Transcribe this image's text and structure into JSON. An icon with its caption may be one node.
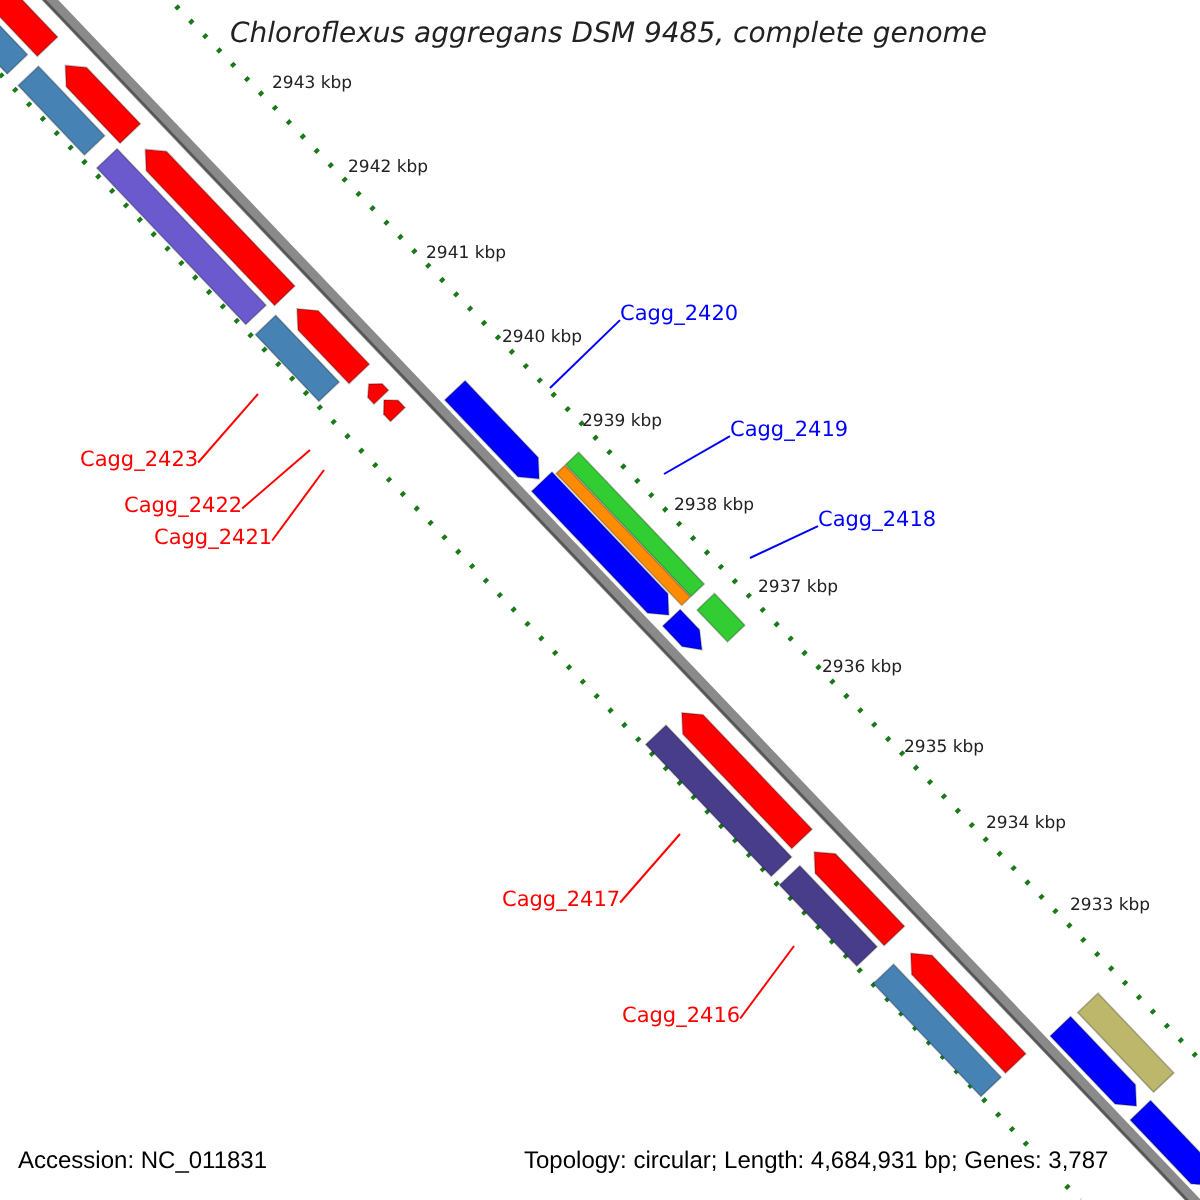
{
  "diagram": {
    "title": "Chloroflexus aggregans DSM 9485, complete genome",
    "nodes": [
      {
        "text": [
          "Cagg_2420"
        ]
      },
      {
        "text": [
          "Cagg_2423"
        ]
      },
      {
        "text": [
          "Cagg_2419"
        ]
      },
      {
        "text": [
          "Cagg_2422"
        ]
      },
      {
        "text": [
          "Cagg_2421"
        ]
      },
      {
        "text": [
          "Cagg_2418"
        ]
      },
      {
        "text": [
          "Cagg_2417"
        ]
      },
      {
        "text": [
          "Cagg_2416"
        ]
      }
    ],
    "edges": [
      {
        "from": 0,
        "to": null,
        "arrow": "none",
        "color": "#0000ff"
      },
      {
        "from": 1,
        "to": null,
        "arrow": "none"
      },
      {
        "from": 2,
        "to": null,
        "arrow": "none",
        "color": "#0000ff"
      },
      {
        "from": 3,
        "to": null,
        "arrow": "none"
      },
      {
        "from": 4,
        "to": null,
        "arrow": "none"
      },
      {
        "from": 5,
        "to": null,
        "arrow": "none",
        "color": "#0000ff"
      },
      {
        "from": 6,
        "to": null,
        "arrow": "none"
      },
      {
        "from": 7,
        "to": null,
        "arrow": "none"
      }
    ],
    "labels": [
      "2943 kbp",
      "2942 kbp",
      "2941 kbp",
      "2940 kbp",
      "2939 kbp",
      "2938 kbp",
      "2937 kbp",
      "2936 kbp",
      "2935 kbp",
      "2934 kbp",
      "2933 kbp",
      "Accession: NC_011831",
      "Topology: circular; Length: 4,684,931 bp; Genes: 3,787"
    ]
  }
}
